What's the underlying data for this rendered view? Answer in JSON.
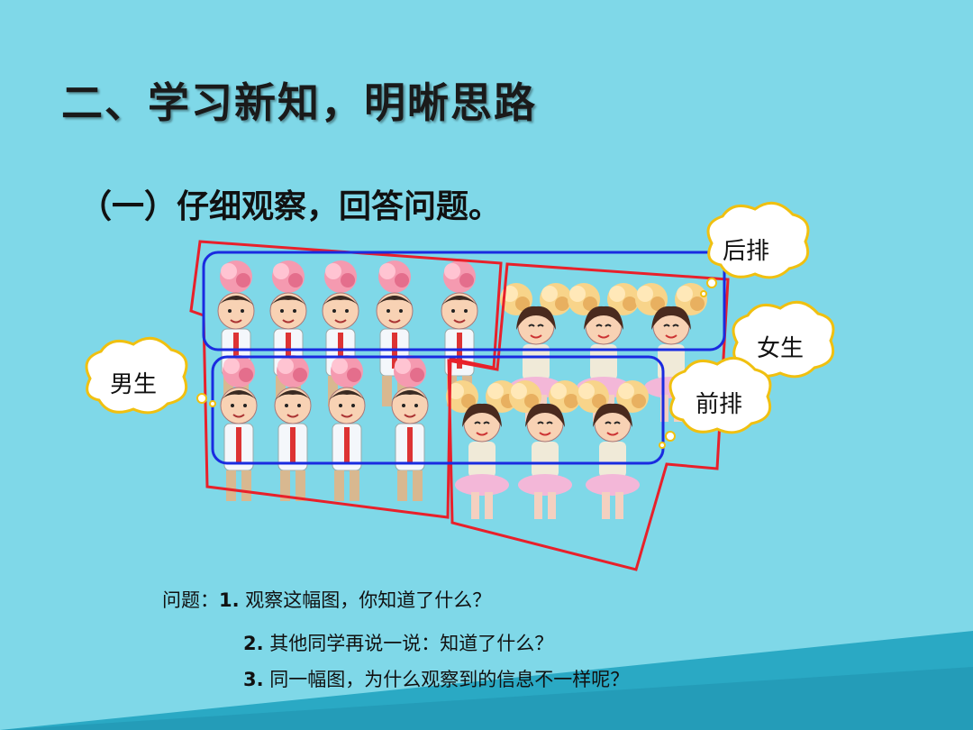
{
  "slide": {
    "title": "二、学习新知，明晰思路",
    "subtitle": "（一）仔细观察，回答问题。"
  },
  "bubbles": {
    "back_row": "后排",
    "girls": "女生",
    "boys": "男生",
    "front_row": "前排"
  },
  "questions": {
    "prefix": "问题：",
    "items": [
      {
        "num": "1.",
        "text": "观察这幅图，你知道了什么？"
      },
      {
        "num": "2.",
        "text": "其他同学再说一说：知道了什么？"
      },
      {
        "num": "3.",
        "text": "同一幅图，为什么观察到的信息不一样呢？"
      }
    ]
  },
  "colors": {
    "background": "#7fd8e8",
    "band": "#2aa9c4",
    "red_outline": "#e8202a",
    "blue_outline": "#1a2be0",
    "bubble_border": "#f0c010"
  }
}
